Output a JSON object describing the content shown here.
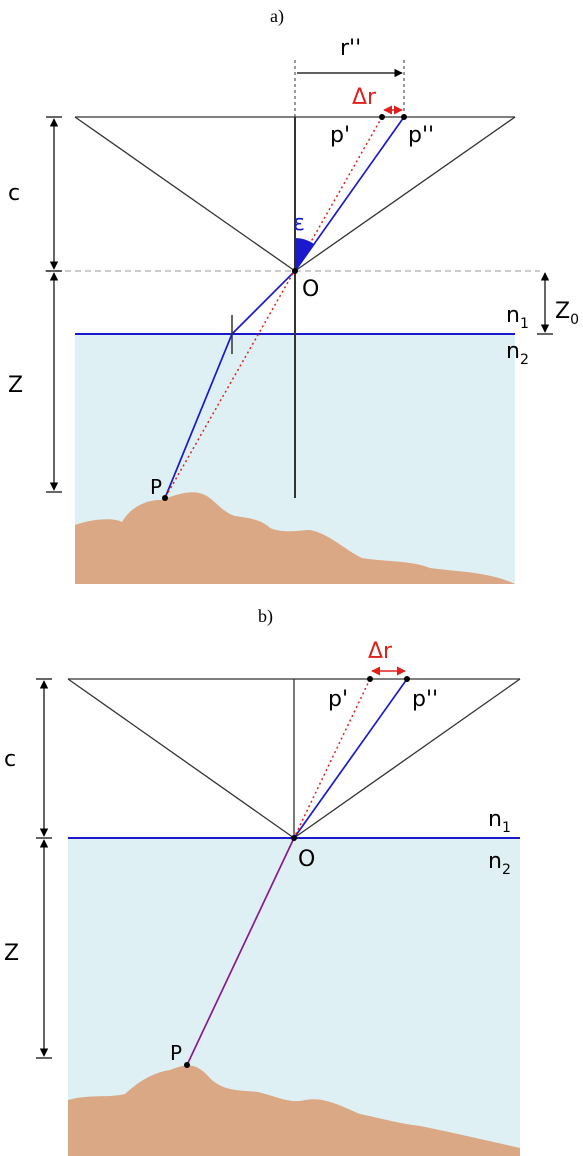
{
  "panel_a": {
    "title": "a)",
    "r_label": "r''",
    "delta_r": "Δr",
    "p_prime": "p'",
    "p_double": "p''",
    "c_label": "c",
    "epsilon": "ε",
    "o_label": "O",
    "z_label": "Z",
    "z0_main": "Z",
    "z0_sub": "0",
    "n1_main": "n",
    "n1_sub": "1",
    "n2_main": "n",
    "n2_sub": "2",
    "p_label": "P"
  },
  "panel_b": {
    "title": "b)",
    "delta_r": "Δr",
    "p_prime": "p'",
    "p_double": "p''",
    "c_label": "c",
    "o_label": "O",
    "z_label": "Z",
    "n1_main": "n",
    "n1_sub": "1",
    "n2_main": "n",
    "n2_sub": "2",
    "p_label": "P"
  },
  "colors": {
    "water": "#def0f4",
    "terrain": "#dba885",
    "interface": "#1a1acc",
    "ray": "#1a1acc",
    "refracted_ray": "#8a1a8a",
    "dotted_ray": "#e0201c",
    "accent_red": "#e0201c"
  }
}
